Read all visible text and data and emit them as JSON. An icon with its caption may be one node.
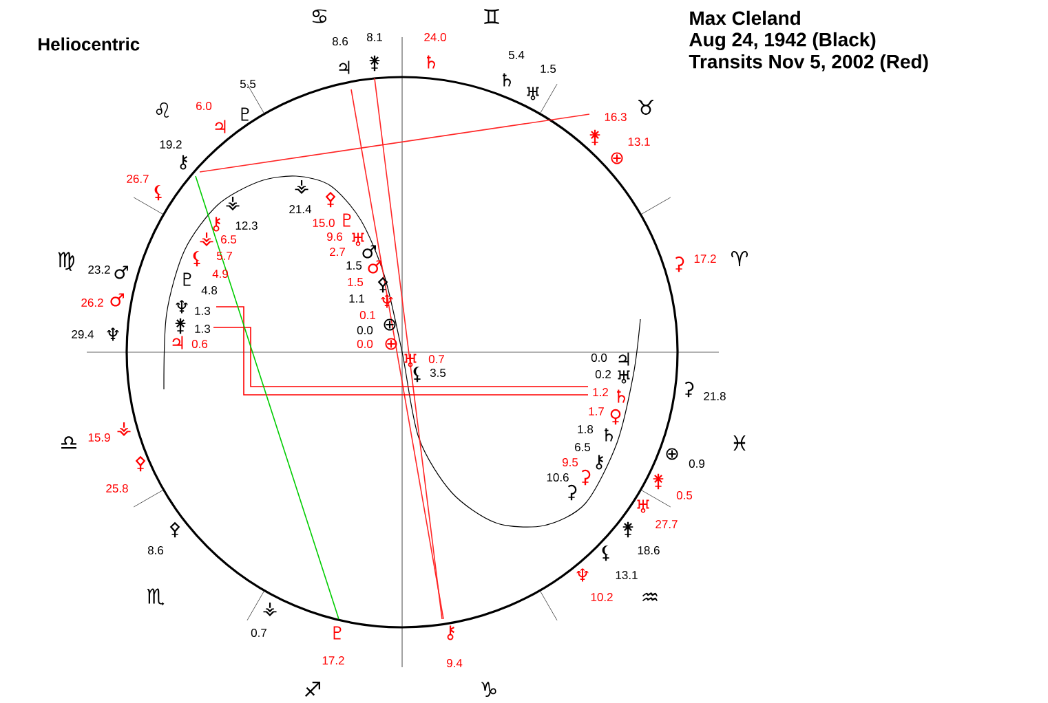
{
  "diagram": {
    "title": "Heliocentric",
    "labels": [
      "Max Cleland",
      "Aug 24, 1942 (Black)",
      "Transits Nov 5, 2002 (Red)",
      "♋",
      "♊",
      "8.6",
      "8.1",
      "24.0",
      "♃",
      "⚵",
      "♄",
      "5.4",
      "♄",
      "1.5",
      "♅",
      "5.5",
      "♌",
      "6.0",
      "♇",
      "♃",
      "♉",
      "16.3",
      "⚵",
      "13.1",
      "⊕",
      "19.2",
      "⚷",
      "26.7",
      "⚸",
      "⚶",
      "21.4",
      "⚶",
      "12.3",
      "⚴",
      "15.0",
      "⚷",
      "♇",
      "⚶",
      "6.5",
      "9.6",
      "♅",
      "⚸",
      "5.7",
      "2.7",
      "♂",
      "⚳",
      "17.2",
      "♈",
      "1.5",
      "♂",
      "♍",
      "23.2",
      "♂",
      "4.9",
      "♇",
      "1.5",
      "⚴",
      "4.8",
      "1.1",
      "♆",
      "26.2",
      "♂",
      "♆",
      "1.3",
      "0.1",
      "⊕",
      "⚵",
      "1.3",
      "0.0",
      "29.4",
      "♆",
      "♃",
      "0.6",
      "0.0",
      "⊕",
      "♅",
      "0.7",
      "0.0",
      "♃",
      "⚸",
      "3.5",
      "0.2",
      "♅",
      "⚳",
      "21.8",
      "1.2",
      "♄",
      "1.7",
      "♀",
      "1.8",
      "♄",
      "15.9",
      "♎",
      "⚶",
      "♓",
      "6.5",
      "⚴",
      "9.5",
      "⚷",
      "⊕",
      "0.9",
      "25.8",
      "10.6",
      "⚳",
      "⚵",
      "⚳",
      "0.5",
      "♅",
      "27.7",
      "⚴",
      "⚵",
      "8.6",
      "18.6",
      "⚸",
      "♆",
      "13.1",
      "♏",
      "10.2",
      "♒",
      "⚶",
      "♇",
      "0.7",
      "⚷",
      "17.2",
      "9.4",
      "♐",
      "♑"
    ]
  }
}
